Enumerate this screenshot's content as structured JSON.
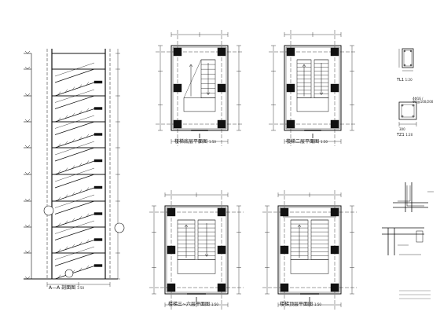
{
  "sheet": {
    "section_title": "A—A 剖面图",
    "section_scale": "1:50",
    "plan_ground_title": "楼梯底层平面图",
    "plan_ground_scale": "1:50",
    "plan_second_title": "楼梯二层平面图",
    "plan_second_scale": "1:50",
    "plan_typical_title": "楼梯三~六层平面图",
    "plan_typical_scale": "1:50",
    "plan_top_title": "楼梯顶层平面图",
    "plan_top_scale": "1:50",
    "detail_tl1_title": "TL1",
    "detail_tl1_scale": "1:20",
    "detail_tz1_title": "TZ1",
    "detail_tz1_scale": "1:20",
    "detail_tz1_dim": "300",
    "detail_tz1_rebar": "4Φ16 / Φ8@100/200"
  }
}
